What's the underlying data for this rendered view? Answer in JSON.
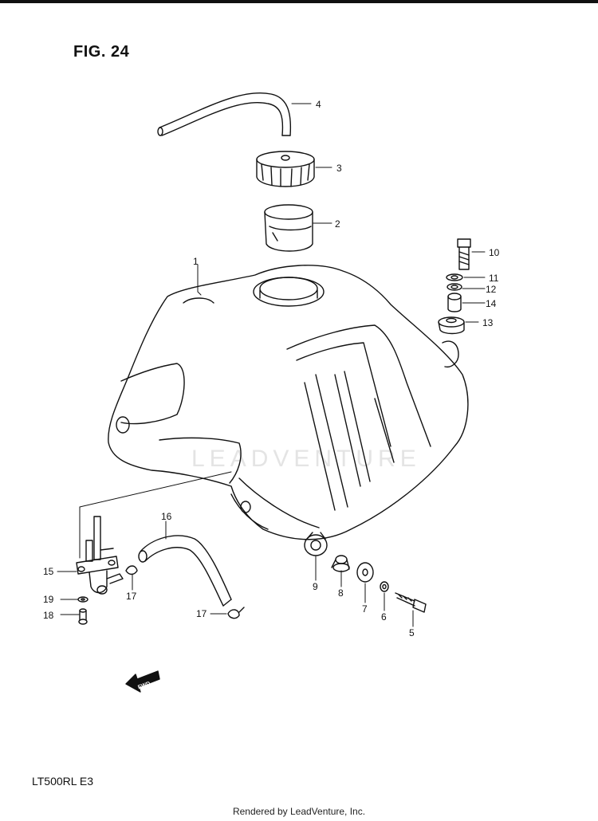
{
  "figure": {
    "title": "FIG. 24"
  },
  "model": {
    "code": "LT500RL  E3"
  },
  "credit": {
    "text": "Rendered by LeadVenture, Inc."
  },
  "watermark": {
    "text": "LEADVENTURE"
  },
  "fwd_marker": {
    "text": "FWD"
  },
  "callouts": [
    "1",
    "2",
    "3",
    "4",
    "5",
    "6",
    "7",
    "8",
    "9",
    "10",
    "11",
    "12",
    "13",
    "14",
    "15",
    "16",
    "17",
    "17",
    "18",
    "19"
  ],
  "colors": {
    "line": "#111111",
    "watermark": "#e4e4e4"
  }
}
